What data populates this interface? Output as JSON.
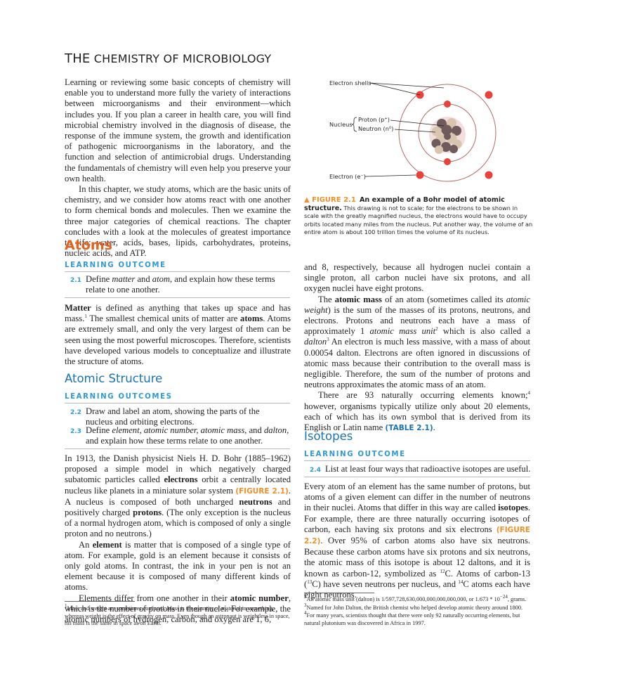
{
  "running_head": {
    "bold_part": "THE",
    "rest": " CHEMISTRY OF MICROBIOLOGY"
  },
  "intro": {
    "p1": "Learning or reviewing some basic concepts of chemistry will enable you to understand more fully the variety of interactions between microorganisms and their environment—which includes you. If you plan a career in health care, you will find microbial chemistry involved in the diagnosis of disease, the response of the immune system, the growth and identification of pathogenic microorganisms in the laboratory, and the function and selection of antimicrobial drugs. Understanding the fundamentals of chemistry will even help you preserve your own health.",
    "p2": "In this chapter, we study atoms, which are the basic units of chemistry, and we consider how atoms react with one another to form chemical bonds and molecules. Then we examine the three major categories of chemical reactions. The chapter concludes with a look at the molecules of greatest importance to life: water, acids, bases, lipids, carbohydrates, proteins, nucleic acids, and ATP."
  },
  "figure": {
    "labels": {
      "electron_shells": "Electron shells",
      "nucleus": "Nucleus",
      "proton": "Proton (p⁺)",
      "neutron": "Neutron (n⁰)",
      "electron": "Electron (e⁻)"
    },
    "caption": {
      "label": "▲ FIGURE 2.1",
      "title": "An example of a Bohr model of atomic structure.",
      "text": "This drawing is not to scale; for the electrons to be shown in scale with the greatly magnified nucleus, the electrons would have to occupy orbits located many miles from the nucleus. Put another way, the volume of an entire atom is about 100 trillion times the volume of its nucleus."
    },
    "colors": {
      "electron": "#e8423c",
      "shell": "#b56a6a",
      "proton": "#6f5a5c",
      "neutron": "#d9c4b0",
      "nucleus_glow": "#efd9d9"
    }
  },
  "atoms_section": {
    "heading": "Atoms",
    "lo_head": "LEARNING OUTCOME",
    "lo": [
      {
        "num": "2.1",
        "pre": "Define ",
        "em1": "matter",
        "mid": " and ",
        "em2": "atom",
        "post": ", and explain how these terms relate to one another."
      }
    ],
    "p_matter": {
      "b1": "Matter",
      "t1": " is defined as anything that takes up space and has mass.",
      "fn": "1",
      "t2": " The smallest chemical units of matter are ",
      "b2": "atoms",
      "t3": ". Atoms are extremely small, and only the very largest of them can be seen using the most powerful microscopes. Therefore, scientists have developed various models to conceptualize and illustrate the structure of atoms."
    }
  },
  "structure_section": {
    "heading": "Atomic Structure",
    "lo_head": "LEARNING OUTCOMES",
    "lo": [
      {
        "num": "2.2",
        "text": "Draw and label an atom, showing the parts of the nucleus and orbiting electrons."
      },
      {
        "num": "2.3",
        "pre": "Define ",
        "em": "element, atomic number, atomic mass",
        "mid": ", and ",
        "em2": "dalton",
        "post": ", and explain how these terms relate to one another."
      }
    ],
    "p_bohr": {
      "t1": "In 1913, the Danish physicist Niels H. D. Bohr (1885–1962) proposed a simple model in which negatively charged subatomic particles called ",
      "b1": "electrons",
      "t2": " orbit a centrally located nucleus like planets in a miniature solar system ",
      "ref": "(FIGURE 2.1)",
      "t3": ". A nucleus is composed of both uncharged ",
      "b2": "neutrons",
      "t4": " and positively charged ",
      "b3": "protons",
      "t5": ". (The only exception is the nucleus of a normal hydrogen atom, which is composed of only a single proton and no neutrons.)"
    },
    "p_element": {
      "t1": "An ",
      "b1": "element",
      "t2": " is matter that is composed of a single type of atom. For example, gold is an element because it consists of only gold atoms. In contrast, the ink in your pen is not an element because it is composed of many different kinds of atoms."
    },
    "p_differ": {
      "t1": "Elements differ from one another in their ",
      "b1": "atomic number",
      "t2": ", which is the number of protons in their nuclei. For example, the atomic numbers of hydrogen, carbon, and oxygen are 1, 6,"
    }
  },
  "right_column": {
    "p_cont": "and 8, respectively, because all hydrogen nuclei contain a single proton, all carbon nuclei have six protons, and all oxygen nuclei have eight protons.",
    "p_mass": {
      "t1": "The ",
      "b1": "atomic mass",
      "t2": " of an atom (sometimes called its ",
      "em1": "atomic weight",
      "t3": ") is the sum of the masses of its protons, neutrons, and electrons. Protons and neutrons each have a mass of approximately 1 ",
      "em2": "atomic mass unit",
      "fn2": "2",
      "t4": " which is also called a ",
      "em3": "dalton",
      "fn3": "3",
      "t5": " An electron is much less massive, with a mass of about 0.00054 dalton. Electrons are often ignored in discussions of atomic mass because their contribution to the overall mass is negligible. Therefore, the sum of the number of protons and neutrons approximates the atomic mass of an atom."
    },
    "p_93": {
      "t1": "There are 93 naturally occurring elements known;",
      "fn4": "4",
      "t2": " however, organisms typically utilize only about 20 elements, each of which has its own symbol that is derived from its English or Latin name ",
      "ref": "(TABLE 2.1)",
      "t3": "."
    }
  },
  "isotopes_section": {
    "heading": "Isotopes",
    "lo_head": "LEARNING OUTCOME",
    "lo": [
      {
        "num": "2.4",
        "text": "List at least four ways that radioactive isotopes are useful."
      }
    ],
    "p_iso": {
      "t1": "Every atom of an element has the same number of protons, but atoms of a given element can differ in the number of neutrons in their nuclei. Atoms that differ in this way are called ",
      "b1": "isotopes",
      "t2": ". For example, there are three naturally occurring isotopes of carbon, each having six protons and six electrons ",
      "ref": "(FIGURE 2.2)",
      "t3": ". Over 95% of carbon atoms also have six neutrons. Because these carbon atoms have six protons and six neutrons, the atomic mass of this isotope is about 12 daltons, and it is known as carbon-12, symbolized as ",
      "sup1": "12",
      "t4": "C. Atoms of carbon-13 (",
      "sup2": "13",
      "t5": "C) have seven neutrons per nucleus, and ",
      "sup3": "14",
      "t6": "C atoms each have eight neutrons."
    }
  },
  "footnotes": {
    "left": {
      "num": "1",
      "text": "Mass and weight are sometimes confused. Mass is the quantity of material in something, whereas weight is the effect of gravity on mass. Even though an astronaut is weightless in space, his mass is the same in space as on Earth."
    },
    "right": [
      {
        "num": "2",
        "t1": "An atomic mass unit (dalton) is 1/597,728,630,000,000,000,000,000, or 1.673 * 10",
        "sup": "−24",
        "t2": ", grams."
      },
      {
        "num": "3",
        "text": "Named for John Dalton, the British chemist who helped develop atomic theory around 1800."
      },
      {
        "num": "4",
        "text": "For many years, scientists thought that there were only 92 naturally occurring elements, but natural plutonium was discovered in Africa in 1997."
      }
    ]
  }
}
